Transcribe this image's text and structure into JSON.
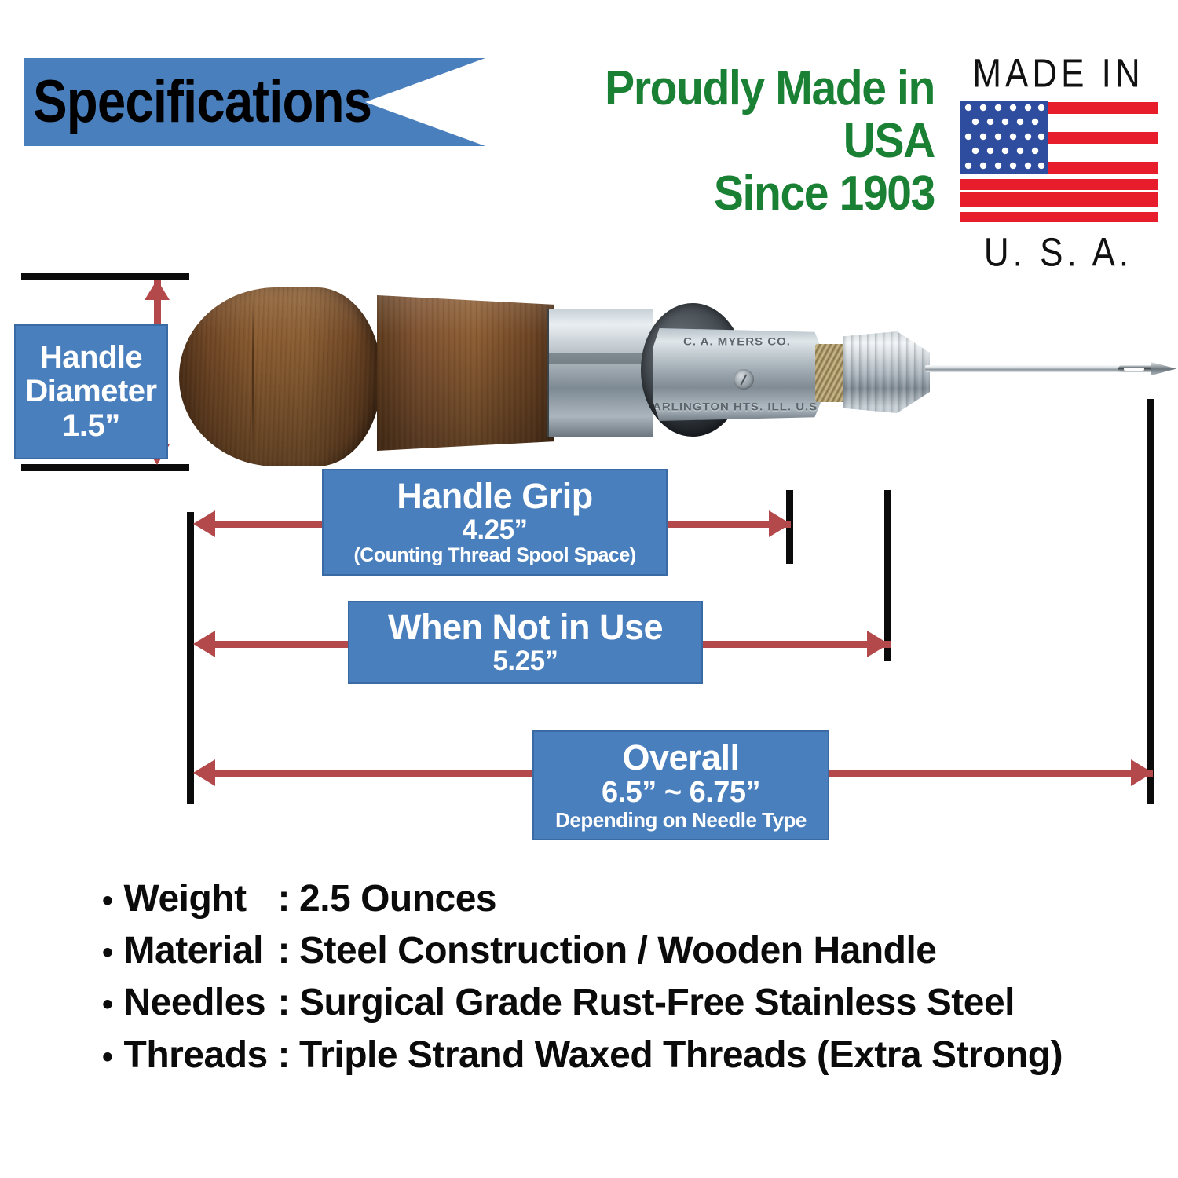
{
  "header": {
    "banner_label": "Specifications",
    "banner_color": "#4a7fbd",
    "usa_line1": "Proudly Made in USA",
    "usa_line2": "Since 1903",
    "usa_text_color": "#1a8034"
  },
  "flag_badge": {
    "top_label": "MADE IN",
    "bottom_label": "U. S. A.",
    "canton_color": "#2e4d9e",
    "stripe_color": "#e81d2c",
    "star_color": "#ffffff",
    "stripe_count": 7,
    "star_rows": 5
  },
  "product_image": {
    "emboss_line1": "C. A. MYERS CO.",
    "emboss_line2": "ARLINGTON HTS. ILL. U.S.A.",
    "handle_wood_color": "#8a5c31",
    "metal_color": "#9faab2",
    "spool_disc_color": "#20252a",
    "needle_color": "#d7dde1"
  },
  "callouts": [
    {
      "id": "handle-diameter",
      "line1": "Handle",
      "line2": "Diameter",
      "line3": "1.5”",
      "orientation": "vertical"
    },
    {
      "id": "handle-grip",
      "line1": "Handle Grip",
      "line2": "4.25”",
      "line3": "(Counting Thread Spool Space)",
      "orientation": "horizontal"
    },
    {
      "id": "when-not-in-use",
      "line1": "When Not in Use",
      "line2": "5.25”",
      "orientation": "horizontal"
    },
    {
      "id": "overall",
      "line1": "Overall",
      "line2": "6.5” ~ 6.75”",
      "line3": "Depending on Needle Type",
      "orientation": "horizontal"
    }
  ],
  "dimension_style": {
    "arrow_color": "#b4494b",
    "extension_line_color": "#0b0b0b",
    "callout_fill": "#4a7fbd",
    "callout_border": "#3a6aa3",
    "callout_text_color": "#ffffff"
  },
  "spec_list": {
    "bullet": "•",
    "separator": ":",
    "rows": [
      {
        "key": "Weight",
        "value": "2.5 Ounces"
      },
      {
        "key": "Material",
        "value": "Steel Construction / Wooden Handle"
      },
      {
        "key": "Needles",
        "value": "Surgical Grade Rust-Free Stainless Steel"
      },
      {
        "key": "Threads",
        "value": "Triple Strand Waxed Threads (Extra Strong)"
      }
    ]
  },
  "chart_data": {
    "type": "table",
    "title": "Specifications",
    "categories": [
      "Handle Diameter",
      "Handle Grip",
      "When Not in Use",
      "Overall",
      "Weight"
    ],
    "values": [
      "1.5”",
      "4.25”",
      "5.25”",
      "6.5” ~ 6.75”",
      "2.5 Ounces"
    ]
  }
}
